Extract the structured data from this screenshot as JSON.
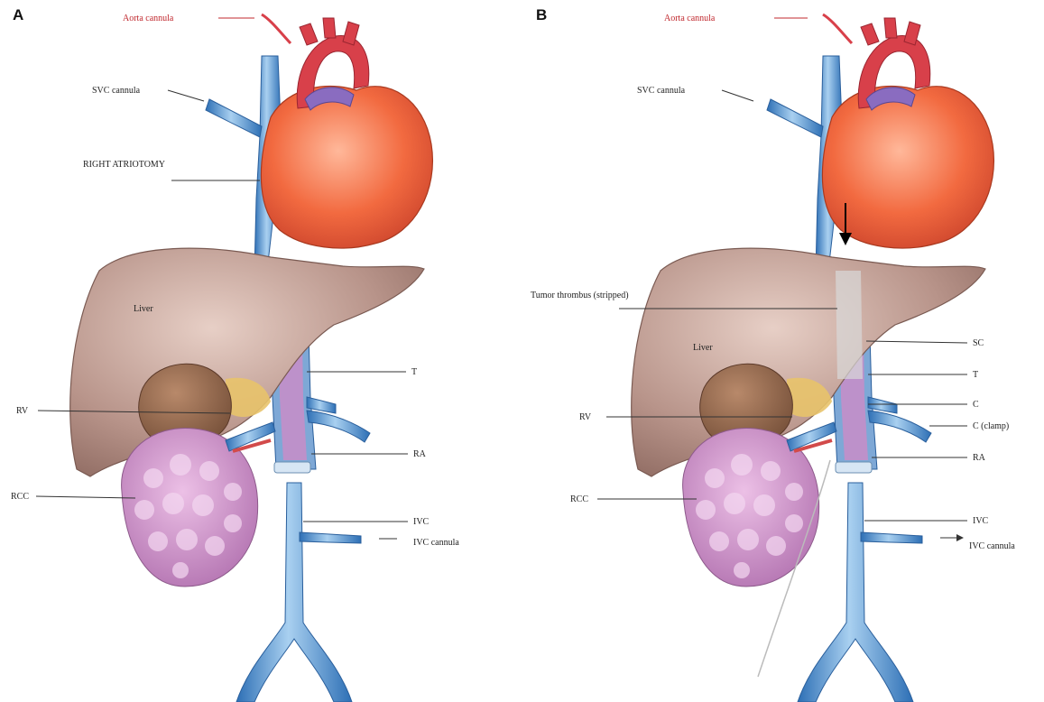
{
  "colors": {
    "vein_blue": "#3f82c6",
    "vein_light": "#9cc6ea",
    "heart_red": "#f0643c",
    "aorta_red": "#d8404a",
    "liver_tan": "#b58f82",
    "tumor_pink": "#c98cc7",
    "label_red": "#c0282e"
  },
  "panels": [
    {
      "letter": "A",
      "labels": {
        "aorta": "Aorta cannula",
        "svc": "SVC cannula",
        "atrio": "RIGHT ATRIOTOMY",
        "liver": "Liver",
        "t": "T",
        "rv": "RV",
        "ra": "RA",
        "rcc": "RCC",
        "ivc": "IVC",
        "ivc_cannula": "IVC cannula"
      }
    },
    {
      "letter": "B",
      "labels": {
        "aorta": "Aorta cannula",
        "svc": "SVC cannula",
        "thrombus": "Tumor thrombus (stripped)",
        "liver": "Liver",
        "sc": "SC",
        "t": "T",
        "c": "C",
        "clamp": "C (clamp)",
        "rv": "RV",
        "ra": "RA",
        "rcc": "RCC",
        "ivc": "IVC",
        "ivc_cannula": "IVC cannula"
      }
    }
  ]
}
